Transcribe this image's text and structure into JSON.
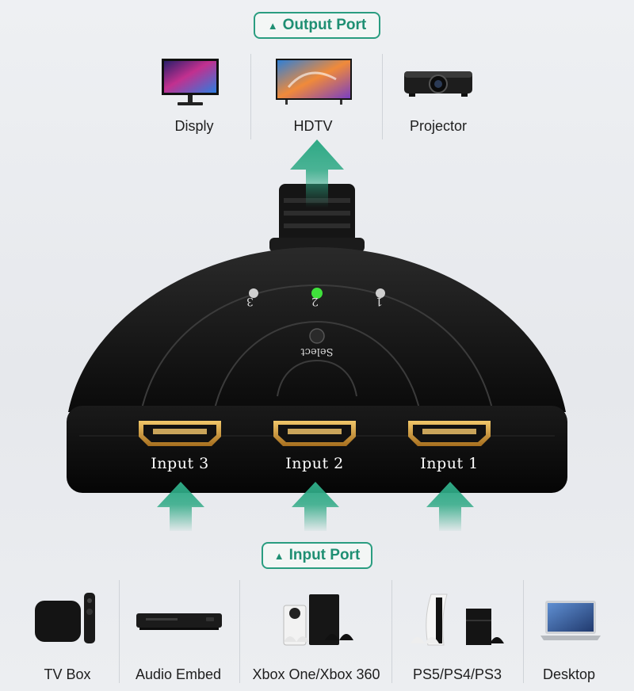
{
  "output": {
    "badge_label": "Output Port",
    "devices": [
      {
        "label": "Disply",
        "icon": "monitor-icon"
      },
      {
        "label": "HDTV",
        "icon": "tv-icon"
      },
      {
        "label": "Projector",
        "icon": "projector-icon"
      }
    ]
  },
  "switch": {
    "select_label": "Select",
    "led_numbers": [
      "3",
      "2",
      "1"
    ],
    "ports": [
      "Input 3",
      "Input 2",
      "Input 1"
    ],
    "accent_color": "#2ea985"
  },
  "input": {
    "badge_label": "Input Port",
    "devices": [
      {
        "label": "TV Box",
        "icon": "tv-box-icon"
      },
      {
        "label": "Audio Embed",
        "icon": "bluray-player-icon"
      },
      {
        "label": "Xbox One/Xbox 360",
        "icon": "xbox-console-icon"
      },
      {
        "label": "PS5/PS4/PS3",
        "icon": "playstation-console-icon"
      },
      {
        "label": "Desktop",
        "icon": "laptop-icon"
      }
    ]
  }
}
